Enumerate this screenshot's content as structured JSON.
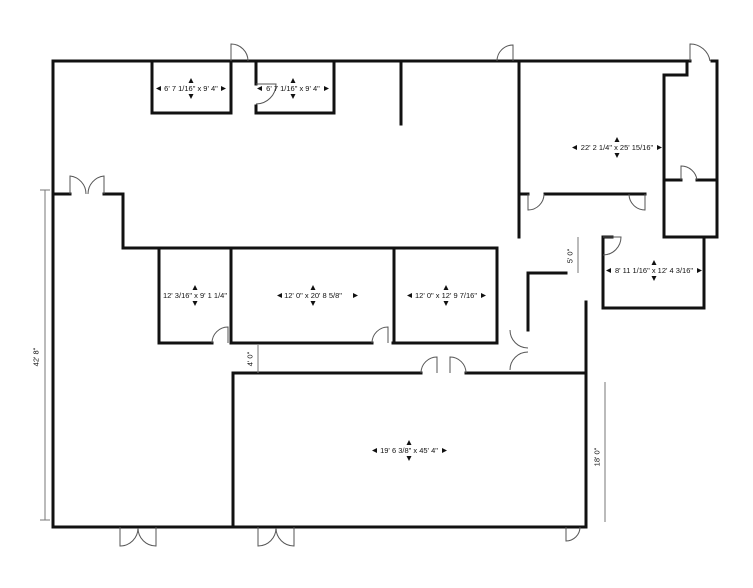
{
  "rooms": [
    {
      "id": "office-left",
      "label": "6' 7 1/16\" x 9' 4\""
    },
    {
      "id": "office-right",
      "label": "6' 7 1/16\" x 9' 4\""
    },
    {
      "id": "room-upper-right",
      "label": "22' 2 1/4\" x 25' 15/16\""
    },
    {
      "id": "room-small-right",
      "label": "8' 11 1/16\" x 12' 4 3/16\""
    },
    {
      "id": "room-mid-left",
      "label": "12' 3/16\" x 9' 1 1/4\""
    },
    {
      "id": "room-mid-center",
      "label": "12' 0\" x 20' 8 5/8\""
    },
    {
      "id": "room-mid-right",
      "label": "12' 0\" x 12' 9 7/16\""
    },
    {
      "id": "room-large-bottom",
      "label": "19' 6 3/8\" x 45' 4\""
    }
  ],
  "dimensions": {
    "overall_left": "42' 8\"",
    "corridor_width": "5' 0\"",
    "hall_width": "4' 0\"",
    "bottom_right": "18' 0\""
  }
}
